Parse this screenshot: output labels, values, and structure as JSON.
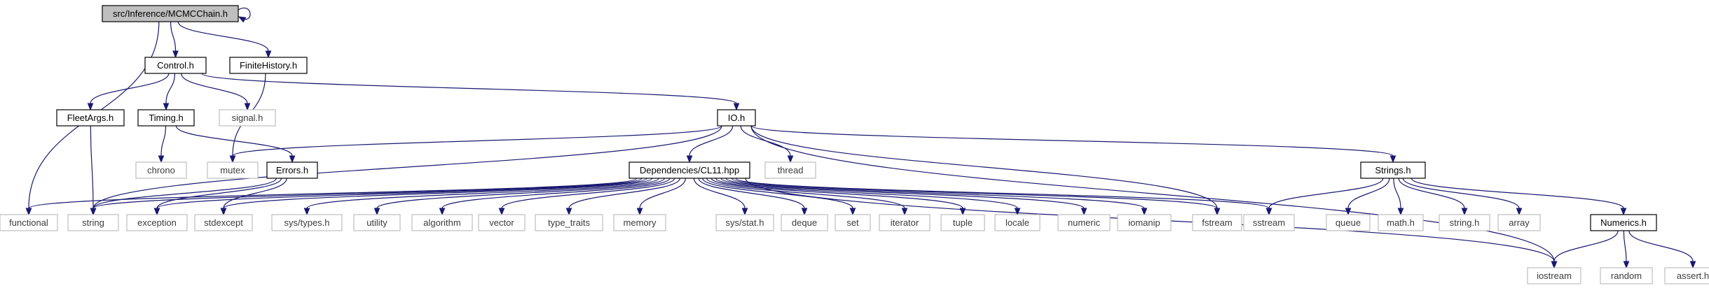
{
  "nodes": [
    {
      "id": "mcmc",
      "label": "src/Inference/MCMCChain.h",
      "style": "root"
    },
    {
      "id": "control",
      "label": "Control.h",
      "style": "local"
    },
    {
      "id": "finite",
      "label": "FiniteHistory.h",
      "style": "local"
    },
    {
      "id": "fleetargs",
      "label": "FleetArgs.h",
      "style": "local"
    },
    {
      "id": "timing",
      "label": "Timing.h",
      "style": "local"
    },
    {
      "id": "signal",
      "label": "signal.h",
      "style": "system"
    },
    {
      "id": "io",
      "label": "IO.h",
      "style": "local"
    },
    {
      "id": "chrono",
      "label": "chrono",
      "style": "system"
    },
    {
      "id": "mutex",
      "label": "mutex",
      "style": "system"
    },
    {
      "id": "errors",
      "label": "Errors.h",
      "style": "local"
    },
    {
      "id": "cl11",
      "label": "Dependencies/CL11.hpp",
      "style": "local"
    },
    {
      "id": "thread",
      "label": "thread",
      "style": "system"
    },
    {
      "id": "strings",
      "label": "Strings.h",
      "style": "local"
    },
    {
      "id": "functional",
      "label": "functional",
      "style": "system"
    },
    {
      "id": "string",
      "label": "string",
      "style": "system"
    },
    {
      "id": "exception",
      "label": "exception",
      "style": "system"
    },
    {
      "id": "stdexcept",
      "label": "stdexcept",
      "style": "system"
    },
    {
      "id": "systypes",
      "label": "sys/types.h",
      "style": "system"
    },
    {
      "id": "utility",
      "label": "utility",
      "style": "system"
    },
    {
      "id": "algorithm",
      "label": "algorithm",
      "style": "system"
    },
    {
      "id": "vector",
      "label": "vector",
      "style": "system"
    },
    {
      "id": "typetraits",
      "label": "type_traits",
      "style": "system"
    },
    {
      "id": "memory",
      "label": "memory",
      "style": "system"
    },
    {
      "id": "sysstat",
      "label": "sys/stat.h",
      "style": "system"
    },
    {
      "id": "deque",
      "label": "deque",
      "style": "system"
    },
    {
      "id": "set",
      "label": "set",
      "style": "system"
    },
    {
      "id": "iterator",
      "label": "iterator",
      "style": "system"
    },
    {
      "id": "tuple",
      "label": "tuple",
      "style": "system"
    },
    {
      "id": "locale",
      "label": "locale",
      "style": "system"
    },
    {
      "id": "numeric",
      "label": "numeric",
      "style": "system"
    },
    {
      "id": "iomanip",
      "label": "iomanip",
      "style": "system"
    },
    {
      "id": "fstream",
      "label": "fstream",
      "style": "system"
    },
    {
      "id": "sstream",
      "label": "sstream",
      "style": "system"
    },
    {
      "id": "queue",
      "label": "queue",
      "style": "system"
    },
    {
      "id": "mathh",
      "label": "math.h",
      "style": "system"
    },
    {
      "id": "stringh",
      "label": "string.h",
      "style": "system"
    },
    {
      "id": "array",
      "label": "array",
      "style": "system"
    },
    {
      "id": "numerics",
      "label": "Numerics.h",
      "style": "local"
    },
    {
      "id": "iostream",
      "label": "iostream",
      "style": "system"
    },
    {
      "id": "random",
      "label": "random",
      "style": "system"
    },
    {
      "id": "asserth",
      "label": "assert.h",
      "style": "system"
    }
  ],
  "edges": [
    [
      "mcmc",
      "mcmc"
    ],
    [
      "mcmc",
      "control"
    ],
    [
      "mcmc",
      "finite"
    ],
    [
      "mcmc",
      "functional"
    ],
    [
      "control",
      "fleetargs"
    ],
    [
      "control",
      "timing"
    ],
    [
      "control",
      "signal"
    ],
    [
      "control",
      "io"
    ],
    [
      "finite",
      "mutex"
    ],
    [
      "fleetargs",
      "string"
    ],
    [
      "timing",
      "chrono"
    ],
    [
      "timing",
      "errors"
    ],
    [
      "io",
      "mutex"
    ],
    [
      "io",
      "string"
    ],
    [
      "io",
      "cl11"
    ],
    [
      "io",
      "thread"
    ],
    [
      "io",
      "strings"
    ],
    [
      "io",
      "fstream"
    ],
    [
      "io",
      "iostream"
    ],
    [
      "errors",
      "string"
    ],
    [
      "errors",
      "exception"
    ],
    [
      "errors",
      "stdexcept"
    ],
    [
      "cl11",
      "functional"
    ],
    [
      "cl11",
      "string"
    ],
    [
      "cl11",
      "exception"
    ],
    [
      "cl11",
      "stdexcept"
    ],
    [
      "cl11",
      "systypes"
    ],
    [
      "cl11",
      "utility"
    ],
    [
      "cl11",
      "algorithm"
    ],
    [
      "cl11",
      "vector"
    ],
    [
      "cl11",
      "typetraits"
    ],
    [
      "cl11",
      "memory"
    ],
    [
      "cl11",
      "sysstat"
    ],
    [
      "cl11",
      "deque"
    ],
    [
      "cl11",
      "set"
    ],
    [
      "cl11",
      "iterator"
    ],
    [
      "cl11",
      "tuple"
    ],
    [
      "cl11",
      "locale"
    ],
    [
      "cl11",
      "numeric"
    ],
    [
      "cl11",
      "iomanip"
    ],
    [
      "cl11",
      "fstream"
    ],
    [
      "cl11",
      "sstream"
    ],
    [
      "cl11",
      "iostream"
    ],
    [
      "strings",
      "sstream"
    ],
    [
      "strings",
      "queue"
    ],
    [
      "strings",
      "mathh"
    ],
    [
      "strings",
      "stringh"
    ],
    [
      "strings",
      "array"
    ],
    [
      "strings",
      "numerics"
    ],
    [
      "numerics",
      "iostream"
    ],
    [
      "numerics",
      "random"
    ],
    [
      "numerics",
      "asserth"
    ]
  ],
  "colors": {
    "edge": "#191970",
    "root_fill": "#bfbfbf",
    "root_border": "#000000",
    "local_fill": "#ffffff",
    "local_border": "#000000",
    "system_fill": "#ffffff",
    "system_border": "#bfbfbf",
    "system_text": "#3c3c3c",
    "text": "#000000"
  }
}
